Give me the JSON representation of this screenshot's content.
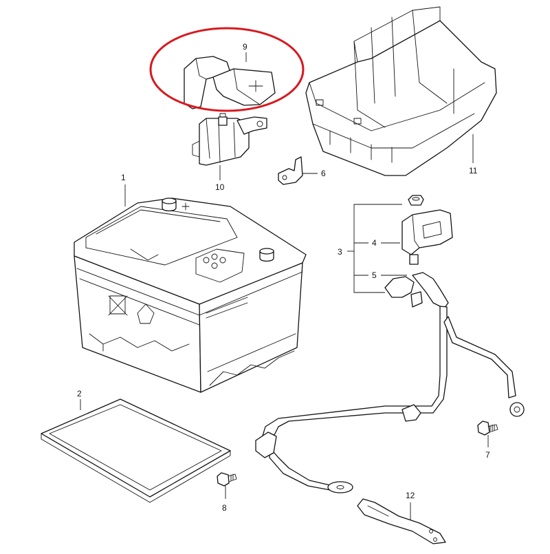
{
  "callouts": {
    "c1": "1",
    "c2": "2",
    "c3": "3",
    "c4": "4",
    "c5": "5",
    "c6": "6",
    "c7": "7",
    "c8": "8",
    "c9": "9",
    "c10": "10",
    "c11": "11",
    "c12": "12"
  },
  "highlight": {
    "color": "#d7191f"
  },
  "line_color": "#111111"
}
